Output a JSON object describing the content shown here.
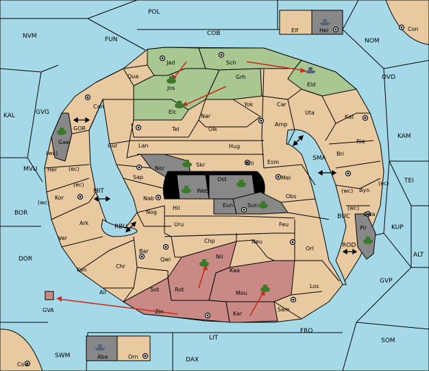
{
  "colors": {
    "sea": "#a6d9e8",
    "land": "#e8c9a0",
    "player_green": "#a8c791",
    "player_gray": "#888888",
    "player_red": "#c98a86",
    "arrow": "#cc2a1b",
    "unit_green": "#3a7a2a"
  },
  "provinces": {
    "pol": "POL",
    "nvm": "NVM",
    "fun": "FUN",
    "cob": "COB",
    "elf": "Elf",
    "hel": "Hel",
    "con": "Con",
    "nom": "NOM",
    "ovd": "OVD",
    "kal": "KAL",
    "gvg": "GVG",
    "jad": "Jad",
    "sch": "Sch",
    "qua": "Qua",
    "jos": "Jos",
    "grh": "Grh",
    "eld": "Eld",
    "can": "Can",
    "elc": "Elc",
    "nar": "Nar",
    "yok": "Yok",
    "car": "Car",
    "uta": "Uta",
    "kat": "Kat",
    "gor": "GOR",
    "gaw": "Gaw",
    "tel": "Tel",
    "olk": "Olk",
    "amp": "Amp",
    "kam": "KAM",
    "gur": "Gur",
    "lan": "Lan",
    "hug": "Hug",
    "rie": "Rie",
    "sma": "SMA",
    "mvu": "MVU",
    "her": "Her",
    "nor": "Nor",
    "skr": "Skr",
    "wil": "Wil",
    "esm": "Esm",
    "bri": "Bri",
    "sap": "Sap",
    "ost": "Ost",
    "mel": "Mel",
    "tei": "TEI",
    "web": "Web",
    "byn": "Byn",
    "kor": "Kor",
    "mit": "MIT",
    "nab": "Nab",
    "obs": "Obs",
    "bor": "BOR",
    "eun": "Eun",
    "sun": "Sun",
    "gwa": "Gwa",
    "hil": "Hil",
    "ark": "Ark",
    "nog": "Nog",
    "buc": "BUC",
    "kup": "KUP",
    "pir": "Pir",
    "rbu": "RBU",
    "uru": "Uru",
    "feu": "Feu",
    "ver": "Ver",
    "chp": "Chp",
    "neu": "Neu",
    "rod": "ROD",
    "dor": "DOR",
    "bar": "Bar",
    "orl": "Orl",
    "nil": "Nil",
    "qwi": "Qwi",
    "alt": "ALT",
    "ken": "Ken",
    "chr": "Chr",
    "kaa": "Kaa",
    "gvp": "GVP",
    "rot": "Rot",
    "sot": "Sot",
    "los": "Los",
    "mou": "Mou",
    "ail": "Ail",
    "gva": "GVA",
    "zin": "Zin",
    "sam": "Sam",
    "kar": "Kar",
    "fro": "FRO",
    "lit": "LIT",
    "som": "SOM",
    "swm": "SWM",
    "aba": "Aba",
    "orn": "Orn",
    "dax": "DAX",
    "cow": "Cow"
  },
  "coast_marks": {
    "her_wc": "(wc)",
    "her_ec": "(ec)",
    "kor_ec": "(ec)",
    "kor_wc": "(wc)",
    "byn_wc": "(wc)",
    "byn_ec": "(ec)",
    "gwa_wc": "(wc)"
  }
}
